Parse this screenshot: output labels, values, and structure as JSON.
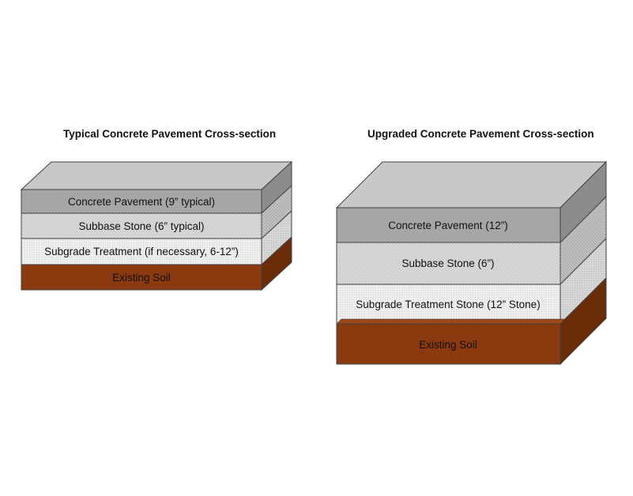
{
  "diagrams": [
    {
      "title": "Typical Concrete Pavement Cross-section",
      "layers": [
        {
          "label": "Concrete Pavement (9” typical)",
          "material": "concrete"
        },
        {
          "label": "Subbase Stone (6” typical)",
          "material": "subbase"
        },
        {
          "label": "Subgrade Treatment (if necessary, 6-12”)",
          "material": "subgrade"
        },
        {
          "label": "Existing Soil",
          "material": "soil"
        }
      ]
    },
    {
      "title": "Upgraded Concrete Pavement Cross-section",
      "layers": [
        {
          "label": "Concrete Pavement (12”)",
          "material": "concrete"
        },
        {
          "label": "Subbase Stone (6”)",
          "material": "subbase"
        },
        {
          "label": "Subgrade Treatment Stone (12” Stone)",
          "material": "subgrade"
        },
        {
          "label": "Existing Soil",
          "material": "soil"
        }
      ]
    }
  ],
  "colors": {
    "concrete_front": "#a6a6a6",
    "concrete_top": "#c8c8c8",
    "concrete_side": "#8c8c8c",
    "subbase_front": "#d9d9d9",
    "subgrade_front": "#ececec",
    "soil_front": "#8b3a0f",
    "soil_side": "#6b2c08",
    "outline": "#404040"
  }
}
